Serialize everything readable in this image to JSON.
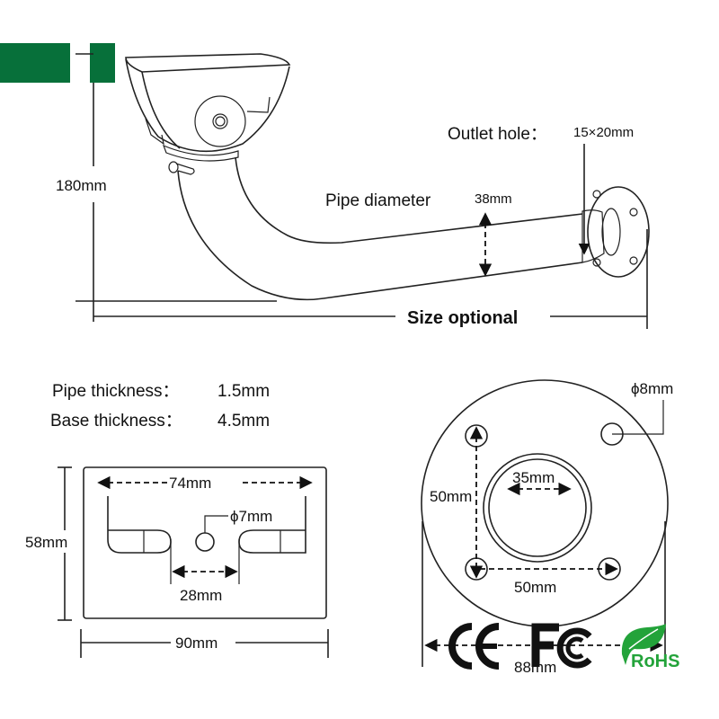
{
  "colors": {
    "banner_green": "#07703a",
    "rohs_green": "#23a33a",
    "line": "#222222"
  },
  "top_view": {
    "height_label": "180mm",
    "outlet_label": "Outlet hole：",
    "outlet_value": "15×20mm",
    "pipe_diameter_label": "Pipe diameter",
    "pipe_diameter_value": "38mm",
    "length_label": "Size optional"
  },
  "specs": [
    {
      "label": "Pipe thickness：",
      "value": "1.5mm"
    },
    {
      "label": "Base thickness：",
      "value": "4.5mm"
    }
  ],
  "mount_plate": {
    "width_inner": "74mm",
    "hole_diameter": "ϕ7mm",
    "slot_spacing": "28mm",
    "height": "58mm",
    "width": "90mm"
  },
  "base_plate": {
    "hole_diameter": "ϕ8mm",
    "inner_diameter": "35mm",
    "vertical_spacing": "50mm",
    "horizontal_spacing": "50mm",
    "outer_diameter": "88mm"
  },
  "certifications": [
    "CE",
    "FC",
    "RoHS"
  ]
}
